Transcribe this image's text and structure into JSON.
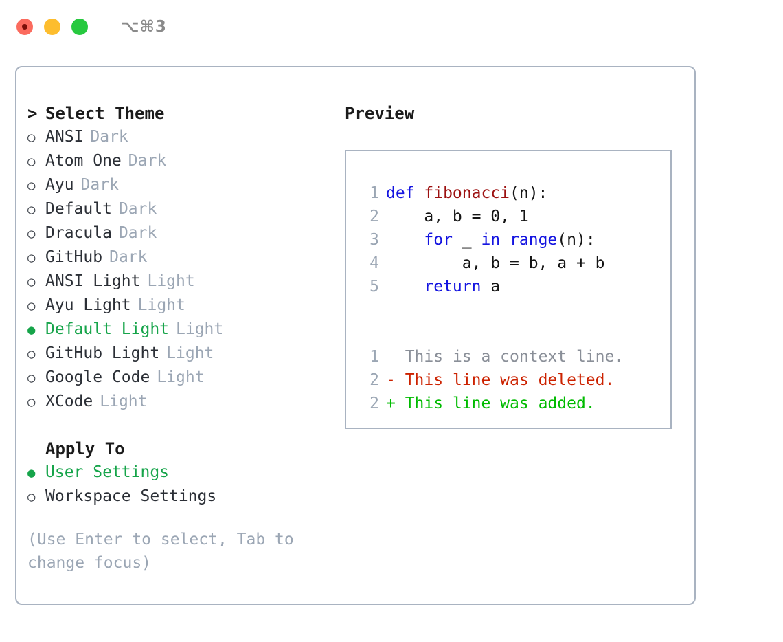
{
  "titlebar": {
    "shortcut": "⌥⌘3",
    "buttons": [
      {
        "name": "close",
        "color": "#fb6b5e"
      },
      {
        "name": "minimize",
        "color": "#fdbd2e"
      },
      {
        "name": "maximize",
        "color": "#27c93f"
      }
    ]
  },
  "theme_section": {
    "caret": ">",
    "title": "Select Theme",
    "items": [
      {
        "bullet": "○",
        "label": "ANSI",
        "tag": "Dark",
        "selected": false
      },
      {
        "bullet": "○",
        "label": "Atom One",
        "tag": "Dark",
        "selected": false
      },
      {
        "bullet": "○",
        "label": "Ayu",
        "tag": "Dark",
        "selected": false
      },
      {
        "bullet": "○",
        "label": "Default",
        "tag": "Dark",
        "selected": false
      },
      {
        "bullet": "○",
        "label": "Dracula",
        "tag": "Dark",
        "selected": false
      },
      {
        "bullet": "○",
        "label": "GitHub",
        "tag": "Dark",
        "selected": false
      },
      {
        "bullet": "○",
        "label": "ANSI Light",
        "tag": "Light",
        "selected": false
      },
      {
        "bullet": "○",
        "label": "Ayu Light",
        "tag": "Light",
        "selected": false
      },
      {
        "bullet": "●",
        "label": "Default Light",
        "tag": "Light",
        "selected": true
      },
      {
        "bullet": "○",
        "label": "GitHub Light",
        "tag": "Light",
        "selected": false
      },
      {
        "bullet": "○",
        "label": "Google Code",
        "tag": "Light",
        "selected": false
      },
      {
        "bullet": "○",
        "label": "XCode",
        "tag": "Light",
        "selected": false
      }
    ]
  },
  "apply_section": {
    "title": "Apply To",
    "items": [
      {
        "bullet": "●",
        "label": "User Settings",
        "selected": true
      },
      {
        "bullet": "○",
        "label": "Workspace Settings",
        "selected": false
      }
    ]
  },
  "hint": "(Use Enter to select, Tab to change focus)",
  "preview": {
    "title": "Preview",
    "code_lines": [
      {
        "num": "1",
        "tokens": [
          {
            "t": "def ",
            "c": "kw"
          },
          {
            "t": "fibonacci",
            "c": "fn"
          },
          {
            "t": "(n):",
            "c": "plain"
          }
        ]
      },
      {
        "num": "2",
        "tokens": [
          {
            "t": "    a, b = 0, 1",
            "c": "plain"
          }
        ]
      },
      {
        "num": "3",
        "tokens": [
          {
            "t": "    ",
            "c": "plain"
          },
          {
            "t": "for",
            "c": "kw"
          },
          {
            "t": " _ ",
            "c": "plain"
          },
          {
            "t": "in",
            "c": "kw"
          },
          {
            "t": " ",
            "c": "plain"
          },
          {
            "t": "range",
            "c": "kw"
          },
          {
            "t": "(n):",
            "c": "plain"
          }
        ]
      },
      {
        "num": "4",
        "tokens": [
          {
            "t": "        a, b = b, a + b",
            "c": "plain"
          }
        ]
      },
      {
        "num": "5",
        "tokens": [
          {
            "t": "    ",
            "c": "plain"
          },
          {
            "t": "return",
            "c": "kw"
          },
          {
            "t": " a",
            "c": "plain"
          }
        ]
      }
    ],
    "diff_lines": [
      {
        "num": "1",
        "marker": "  ",
        "text": "This is a context line.",
        "kind": "ctx"
      },
      {
        "num": "2",
        "marker": "- ",
        "text": "This line was deleted.",
        "kind": "del"
      },
      {
        "num": "2",
        "marker": "+ ",
        "text": "This line was added.",
        "kind": "add"
      }
    ]
  },
  "colors": {
    "accent_green": "#16a44a",
    "muted": "#9ba6b4",
    "border": "#a9b3c1",
    "keyword_blue": "#1414e0",
    "function_red": "#9c1010",
    "diff_delete": "#cc2200",
    "diff_add": "#00bb00"
  }
}
